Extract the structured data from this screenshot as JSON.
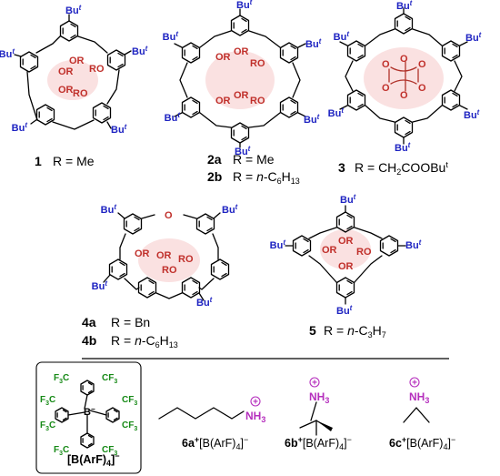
{
  "labels": {
    "but": "Bu",
    "but_sup": "t",
    "or": "OR",
    "ro": "RO",
    "o": "O",
    "b": "B",
    "cf3_prefix": "F",
    "cf3_sub": "3",
    "cf3_c": "C",
    "nh": "NH",
    "nh_sub": "3",
    "plus": "+",
    "minus": "−"
  },
  "compounds": {
    "c1": {
      "num": "1",
      "text": "R = Me"
    },
    "c2a": {
      "num": "2a",
      "text": "R = Me"
    },
    "c2b": {
      "num": "2b",
      "text_pre": "R = ",
      "italic": "n",
      "text_mid": "-C",
      "sub": "6",
      "text_mid2": "H",
      "sub2": "13"
    },
    "c3": {
      "num": "3",
      "text_pre": "R = CH",
      "sub": "2",
      "text_mid": "COOBu",
      "sup": "t"
    },
    "c4a": {
      "num": "4a",
      "text": "R = Bn"
    },
    "c4b": {
      "num": "4b",
      "text_pre": "R = ",
      "italic": "n",
      "text_mid": "-C",
      "sub": "6",
      "text_mid2": "H",
      "sub2": "13"
    },
    "c5": {
      "num": "5",
      "text_pre": "R = ",
      "italic": "n",
      "text_mid": "-C",
      "sub": "3",
      "text_mid2": "H",
      "sub2": "7"
    }
  },
  "anion": {
    "label_pre": "[B(ArF)",
    "sub": "4",
    "label_post": "]",
    "sup": "−"
  },
  "salts": [
    {
      "num": "6a",
      "sup": "+",
      "pre": "[B(ArF)",
      "sub": "4",
      "post": "]",
      "sup2": "−"
    },
    {
      "num": "6b",
      "sup": "+",
      "pre": "[B(ArF)",
      "sub": "4",
      "post": "]",
      "sup2": "−"
    },
    {
      "num": "6c",
      "sup": "+",
      "pre": "[B(ArF)",
      "sub": "4",
      "post": "]",
      "sup2": "−"
    }
  ]
}
